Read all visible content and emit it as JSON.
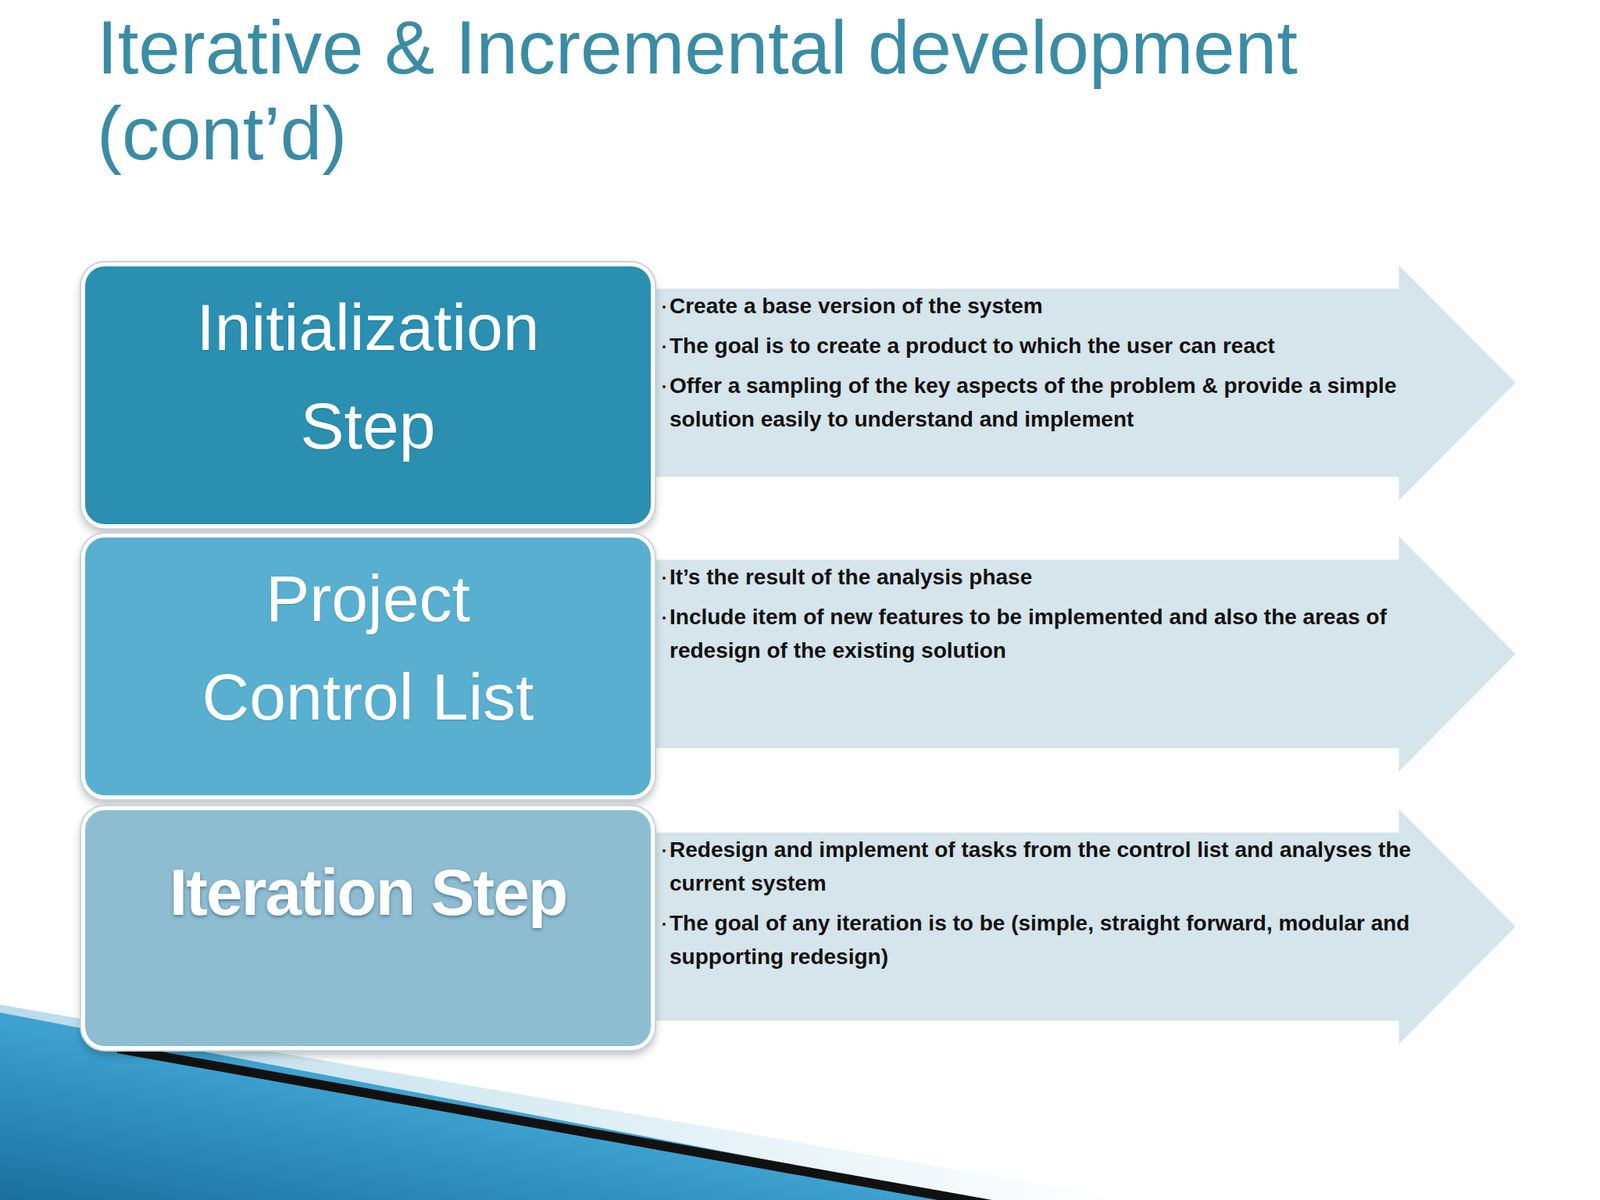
{
  "diagram": {
    "title": "Iterative & Incremental development (cont’d)",
    "nodes": [
      {
        "text": [
          "Initialization Step"
        ]
      },
      {
        "text": [
          "Create a base version of the system",
          "The goal is to create a product to which the user can react",
          "Offer a sampling of the key aspects of the problem & provide a simple solution easily to understand and implement"
        ]
      },
      {
        "text": [
          "Project Control List"
        ]
      },
      {
        "text": [
          "It’s the result of the analysis phase",
          "Include item of new features to be implemented and also the areas of redesign of the existing solution"
        ]
      },
      {
        "text": [
          "Iteration Step"
        ]
      },
      {
        "text": [
          "Redesign and implement of tasks from the control list and analyses the current system",
          "The goal of any iteration is to be (simple, straight forward, modular and supporting redesign)"
        ]
      }
    ]
  }
}
